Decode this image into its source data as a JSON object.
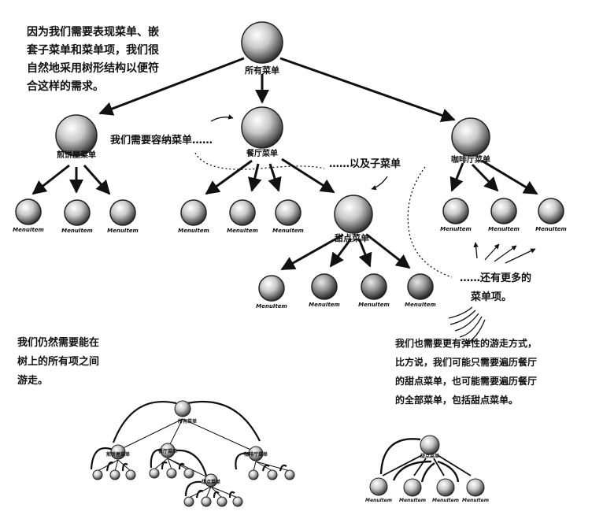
{
  "notes": {
    "top_left": [
      "因为我们需要表现菜单、嵌",
      "套子菜单和菜单项，我们很",
      "自然地采用树形结构以便符",
      "合这样的需求。"
    ],
    "need_menus": "我们需要容纳菜单……",
    "and_submenus": "……以及子菜单",
    "more_items": [
      "……还有更多的",
      "菜单项。"
    ],
    "bottom_left": [
      "我们仍然需要能在",
      "树上的所有项之间",
      "游走。"
    ],
    "bottom_right": [
      "我们也需要更有弹性的游走方式，",
      "比方说，我们可能只需要遍历餐厅",
      "的甜点菜单，也可能需要遍历餐厅",
      "的全部菜单，包括甜点菜单。"
    ]
  },
  "tree": {
    "root": "所有菜单",
    "menus": [
      "煎饼屋菜单",
      "餐厅菜单",
      "咖啡厅菜单"
    ],
    "submenu": "甜点菜单",
    "item": "MenuItem"
  },
  "mini_left": {
    "root": "所有菜单",
    "menus": [
      "煎饼屋菜单",
      "餐厅菜单",
      "咖啡厅菜单"
    ],
    "submenu": "甜点菜单"
  },
  "mini_right": {
    "root": "甜点菜单",
    "item": "MenuItem"
  }
}
